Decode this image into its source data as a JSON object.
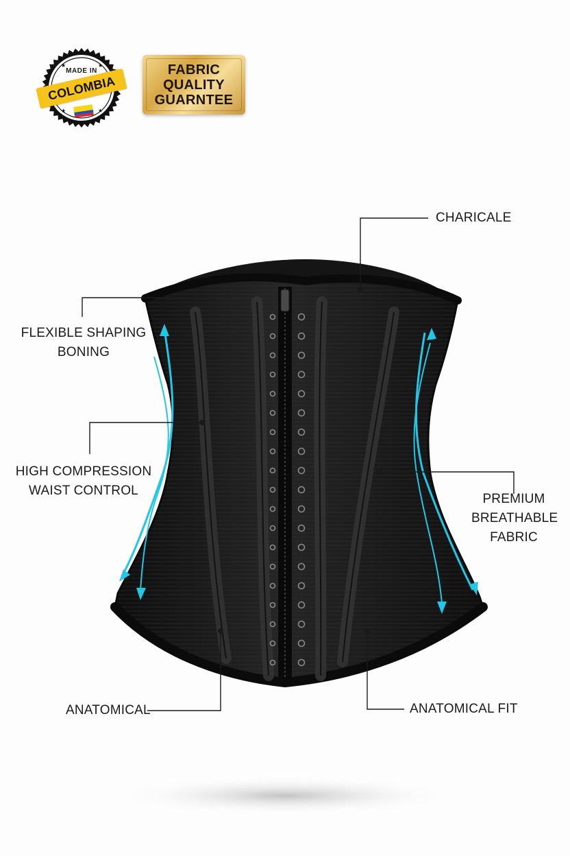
{
  "badges": {
    "made_in_top": "MADE IN",
    "made_in_country": "COLOMBIA",
    "flag_colors": [
      "#f7d417",
      "#1f4fb4",
      "#d4262e"
    ],
    "seal_color": "#111111",
    "ribbon_color": "#f5c31a",
    "quality_lines": [
      "FABRIC",
      "QUALITY",
      "GUARNTEE"
    ],
    "quality_color": "#d7a644"
  },
  "callouts": {
    "top_right": "CHARICALE",
    "left_upper": [
      "FLEXIBLE SHAPING",
      "BONING"
    ],
    "left_middle": [
      "HIGH COMPRESSION",
      "WAIST CONTROL"
    ],
    "right_middle": [
      "PREMIUM",
      "BREATHABLE",
      "FABRIC"
    ],
    "bottom_left": "ANATOMICAL",
    "bottom_right": "ANATOMICAL FIT"
  },
  "product": {
    "garment_color": "#1b1b1b",
    "accent_arrow_color": "#22c6e6"
  }
}
